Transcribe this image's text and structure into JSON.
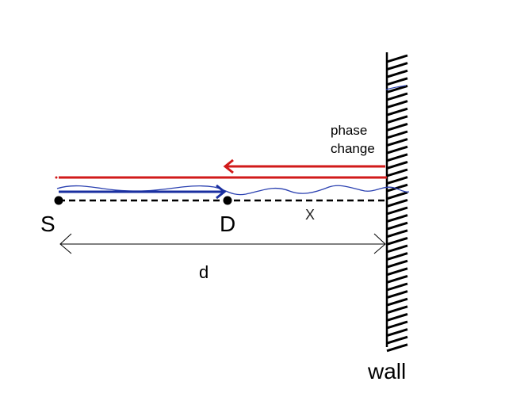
{
  "labels": {
    "source": "S",
    "detector": "D",
    "distance_x": "X",
    "distance_d": "d",
    "wall": "wall",
    "phase_line1": "phase",
    "phase_line2": "change"
  },
  "colors": {
    "incident_wave": "#1a2fa0",
    "reflected_wave": "#d11a1a",
    "wave_curve": "#2a40b0",
    "wall": "#000000",
    "baseline": "#000000"
  }
}
